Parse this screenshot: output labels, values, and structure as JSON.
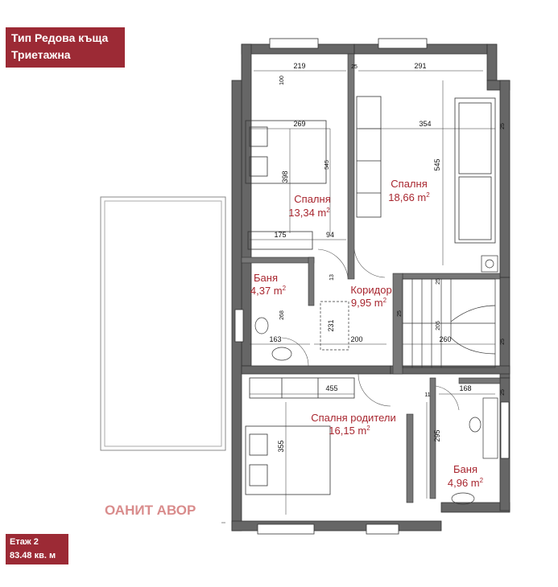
{
  "header": {
    "line1": "Тип Редова къща",
    "line2": "Триетажна"
  },
  "footer": {
    "floor": "Етаж 2",
    "area": "83.48 кв. м"
  },
  "watermark": "ОАНИТ АВОР",
  "rooms": {
    "bedroom1": {
      "name": "Спалня",
      "area": "13,34 m",
      "sup": "2"
    },
    "bedroom2": {
      "name": "Спалня",
      "area": "18,66 m",
      "sup": "2"
    },
    "bath1": {
      "name": "Баня",
      "area": "4,37 m",
      "sup": "2"
    },
    "corridor": {
      "name": "Коридор",
      "area": "9,95 m",
      "sup": "2"
    },
    "master": {
      "name": "Спалня родители",
      "area": "16,15 m",
      "sup": "2"
    },
    "bath2": {
      "name": "Баня",
      "area": "4,96 m",
      "sup": "2"
    }
  },
  "dimensions": {
    "d219": "219",
    "d25a": "25",
    "d291": "291",
    "d100": "100",
    "d269": "269",
    "d354": "354",
    "d25b": "25",
    "d398": "398",
    "d545a": "545",
    "d545b": "545",
    "d175": "175",
    "d94": "94",
    "d13": "13",
    "d268": "268",
    "d231": "231",
    "d163": "163",
    "d200": "200",
    "d260": "260",
    "d25c": "25",
    "d25d": "25",
    "d25e": "25",
    "d205": "205",
    "d455": "455",
    "d11": "11",
    "d168": "168",
    "d25f": "25",
    "d355": "355",
    "d295": "295"
  }
}
